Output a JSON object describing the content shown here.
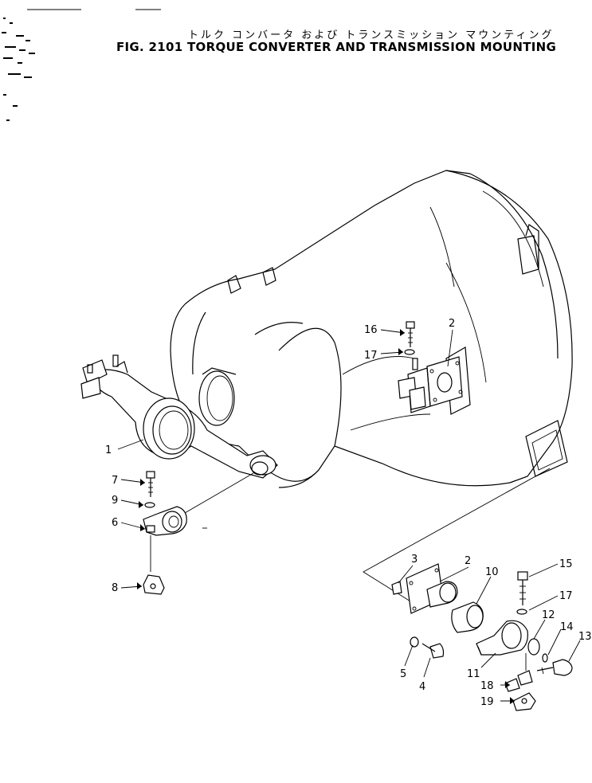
{
  "header": {
    "title_jp": "トルク コンバータ および トランスミッション マウンティング",
    "title_en": "FIG. 2101  TORQUE CONVERTER AND TRANSMISSION MOUNTING"
  },
  "callouts": [
    {
      "id": "1",
      "label": "1"
    },
    {
      "id": "2a",
      "label": "2"
    },
    {
      "id": "16",
      "label": "16"
    },
    {
      "id": "17a",
      "label": "17"
    },
    {
      "id": "7",
      "label": "7"
    },
    {
      "id": "9",
      "label": "9"
    },
    {
      "id": "6",
      "label": "6"
    },
    {
      "id": "8",
      "label": "8"
    },
    {
      "id": "3",
      "label": "3"
    },
    {
      "id": "2b",
      "label": "2"
    },
    {
      "id": "10",
      "label": "10"
    },
    {
      "id": "15",
      "label": "15"
    },
    {
      "id": "17b",
      "label": "17"
    },
    {
      "id": "12",
      "label": "12"
    },
    {
      "id": "14",
      "label": "14"
    },
    {
      "id": "13",
      "label": "13"
    },
    {
      "id": "11",
      "label": "11"
    },
    {
      "id": "5",
      "label": "5"
    },
    {
      "id": "4",
      "label": "4"
    },
    {
      "id": "18",
      "label": "18"
    },
    {
      "id": "19",
      "label": "19"
    }
  ]
}
